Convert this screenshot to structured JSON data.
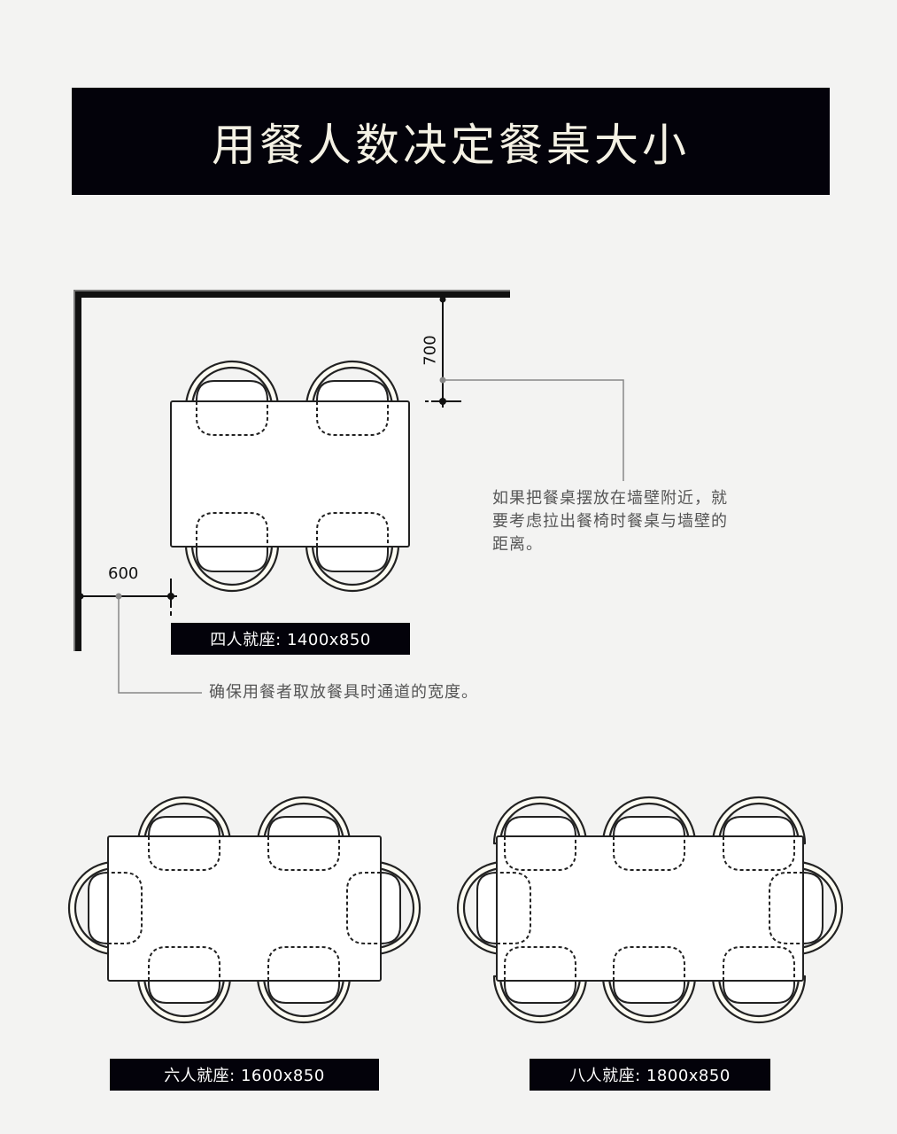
{
  "title": "用餐人数决定餐桌大小",
  "four_seat": {
    "label": "四人就座: 1400x850",
    "dim_wall_clearance": "700",
    "dim_aisle": "600",
    "note_wall": "如果把餐桌摆放在墙壁附近，就要考虑拉出餐椅时餐桌与墙壁的距离。",
    "note_wall_lines": [
      "如果把餐桌摆放在墙壁附近，就",
      "要考虑拉出餐椅时餐桌与墙壁的",
      "距离。"
    ],
    "note_aisle": "确保用餐者取放餐具时通道的宽度。"
  },
  "six_seat": {
    "label": "六人就座: 1600x850"
  },
  "eight_seat": {
    "label": "八人就座: 1800x850"
  },
  "colors": {
    "background": "#f3f3f2",
    "label_bg": "#03020a",
    "line": "#222222",
    "chair_fill": "#fdfcf3",
    "leader": "#888888"
  }
}
